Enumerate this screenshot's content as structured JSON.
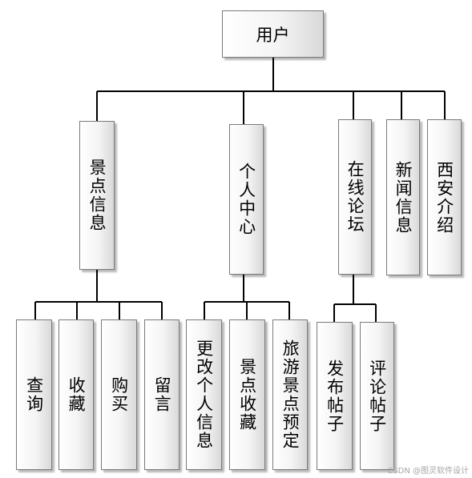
{
  "root": {
    "label": "用户"
  },
  "level1": [
    {
      "label": "景点信息"
    },
    {
      "label": "个人中心"
    },
    {
      "label": "在线论坛"
    },
    {
      "label": "新闻信息"
    },
    {
      "label": "西安介绍"
    }
  ],
  "level2": {
    "scenic": [
      {
        "label": "查询"
      },
      {
        "label": "收藏"
      },
      {
        "label": "购买"
      },
      {
        "label": "留言"
      }
    ],
    "personal": [
      {
        "label": "更改个人信息"
      },
      {
        "label": "景点收藏"
      },
      {
        "label": "旅游景点预定"
      }
    ],
    "forum": [
      {
        "label": "发布帖子"
      },
      {
        "label": "评论帖子"
      }
    ]
  },
  "watermark": "CSDN @图灵软件设计"
}
